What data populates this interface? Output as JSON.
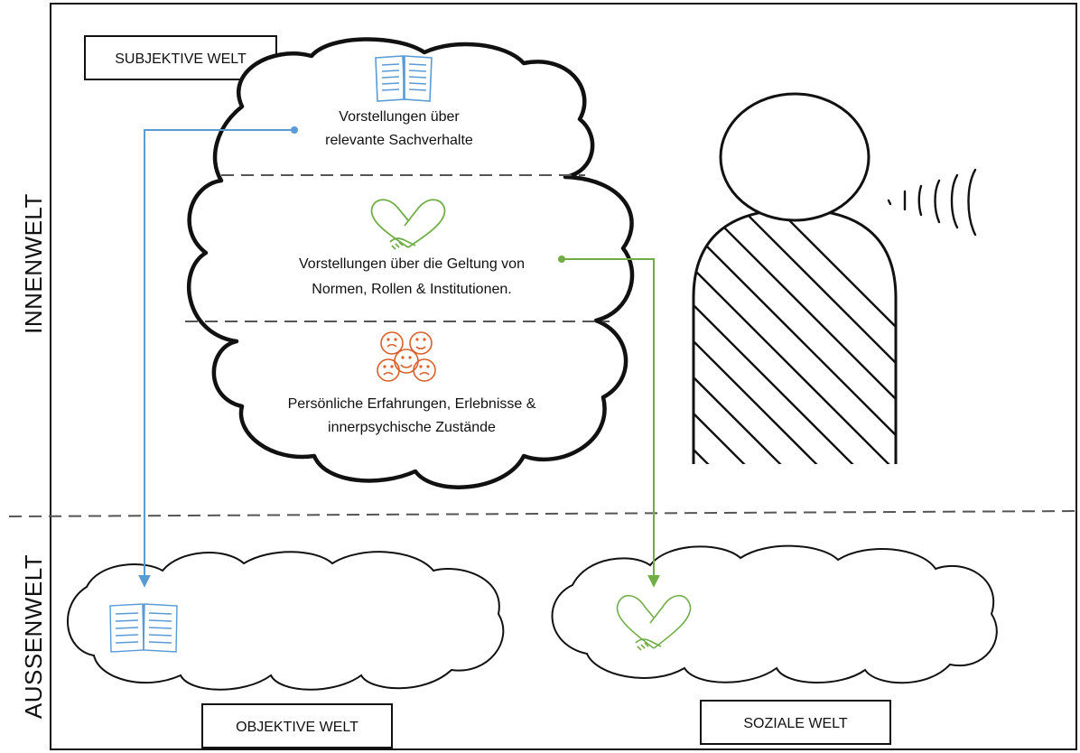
{
  "side_labels": {
    "inner": "INNENWELT",
    "outer": "AUSSENWELT"
  },
  "boxes": {
    "subjective": "SUBJEKTIVE WELT",
    "objective": "OBJEKTIVE WELT",
    "social": "SOZIALE WELT"
  },
  "thought_cloud": {
    "section_facts": [
      "Vorstellungen über",
      "relevante Sachverhalte"
    ],
    "section_norms": [
      "Vorstellungen über die Geltung von",
      "Normen, Rollen & Institutionen."
    ],
    "section_personal": [
      "Persönliche Erfahrungen, Erlebnisse &",
      "innerpsychische Zustände"
    ]
  },
  "icons": {
    "facts": "open-book-icon",
    "norms": "handshake-heart-icon",
    "personal": "emotion-faces-icon"
  },
  "colors": {
    "facts_arrow": "#5b9bd5",
    "norms_arrow": "#70ad47",
    "emotions_icon": "#d9602a",
    "outline": "#111111",
    "divider": "#555555"
  }
}
